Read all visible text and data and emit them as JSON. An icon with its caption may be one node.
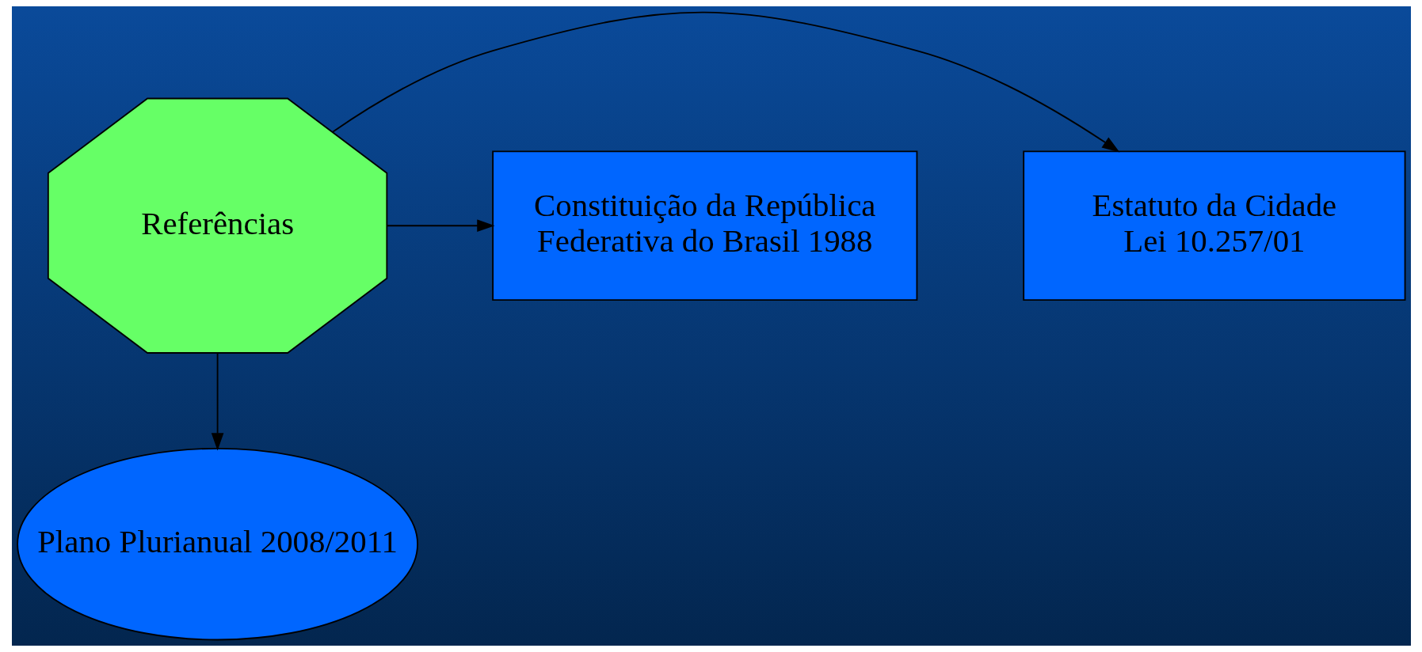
{
  "diagram": {
    "nodes": [
      {
        "text": [
          "Referências"
        ]
      },
      {
        "text": [
          "Estatuto da Cidade Lei 10.257/01"
        ]
      },
      {
        "text": [
          "Constituição da República Federativa do Brasil 1988"
        ]
      },
      {
        "text": [
          "Plano Plurianual 2008/2011"
        ]
      }
    ],
    "edges": [
      {
        "from": 0,
        "to": 1,
        "arrow": "to"
      },
      {
        "from": 0,
        "to": 2,
        "arrow": "to"
      },
      {
        "from": 0,
        "to": 3,
        "arrow": "to"
      }
    ]
  }
}
